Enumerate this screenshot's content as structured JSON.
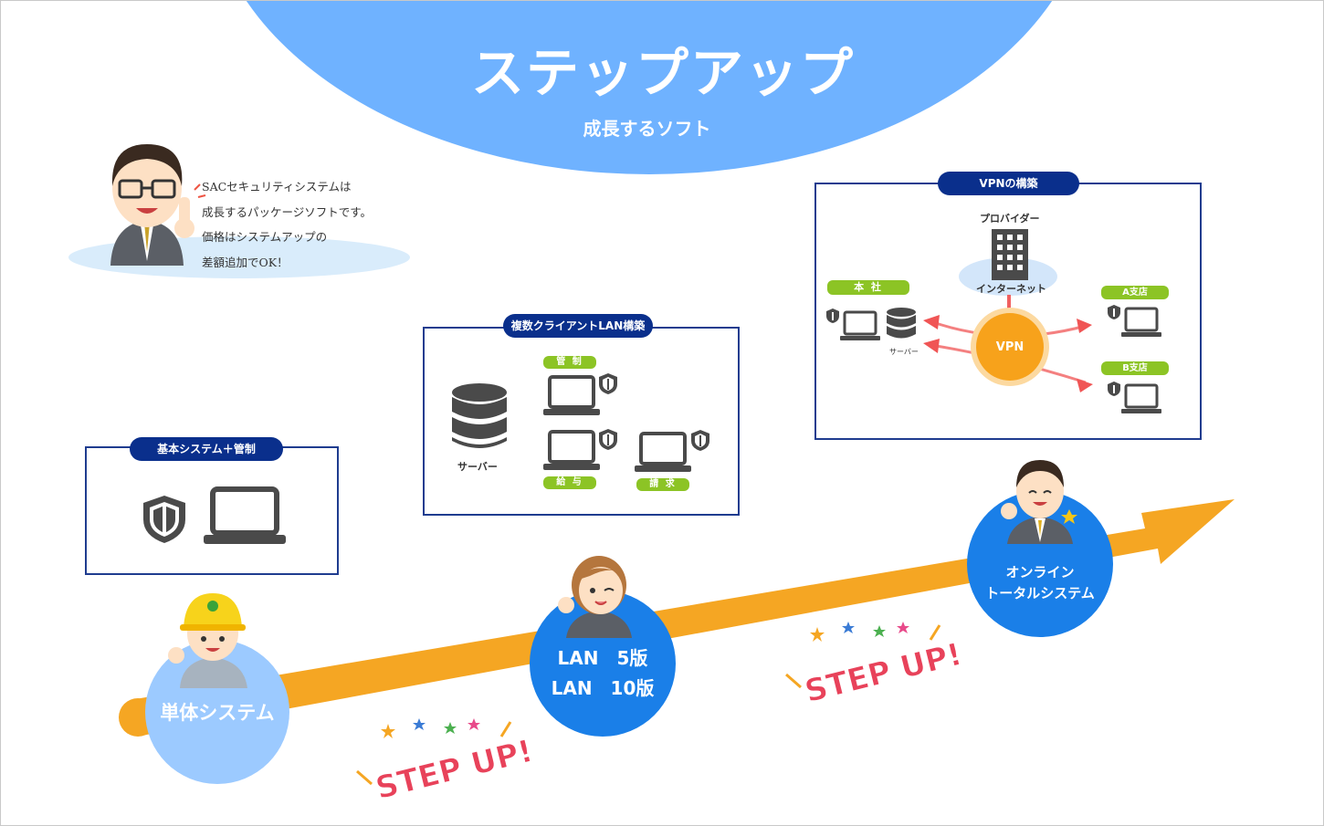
{
  "header": {
    "title": "ステップアップ",
    "subtitle": "成長するソフト"
  },
  "intro": {
    "lines": [
      "SACセキュリティシステムは",
      "成長するパッケージソフトです。",
      "価格はシステムアップの",
      "差額追加でOK！"
    ]
  },
  "boxes": {
    "basic": {
      "tab": "基本システム＋管制"
    },
    "lan": {
      "tab": "複数クライアントLAN構築",
      "server_label": "サーバー",
      "tag_kanri": "管 制",
      "tag_kyuyo": "給 与",
      "tag_seikyu": "請 求"
    },
    "vpn": {
      "tab": "VPNの構築",
      "provider": "プロバイダー",
      "internet": "インターネット",
      "honsha": "本 社",
      "server_label": "サーバー",
      "vpn_label": "VPN",
      "branch_a": "A支店",
      "branch_b": "B支店"
    }
  },
  "stages": {
    "single": "単体システム",
    "lan_line1": "LAN　5版",
    "lan_line2": "LAN　10版",
    "online_line1": "オンライン",
    "online_line2": "トータルシステム"
  },
  "stepup": {
    "text": "STEP UP!"
  },
  "colors": {
    "dome": "#6fb2ff",
    "navy": "#0a2f8c",
    "green": "#8cc425",
    "arrow": "#f5a623",
    "stage_light": "#9ccaff",
    "stage_blue": "#1a7fe8",
    "vpn_orange": "#f7a21b"
  }
}
